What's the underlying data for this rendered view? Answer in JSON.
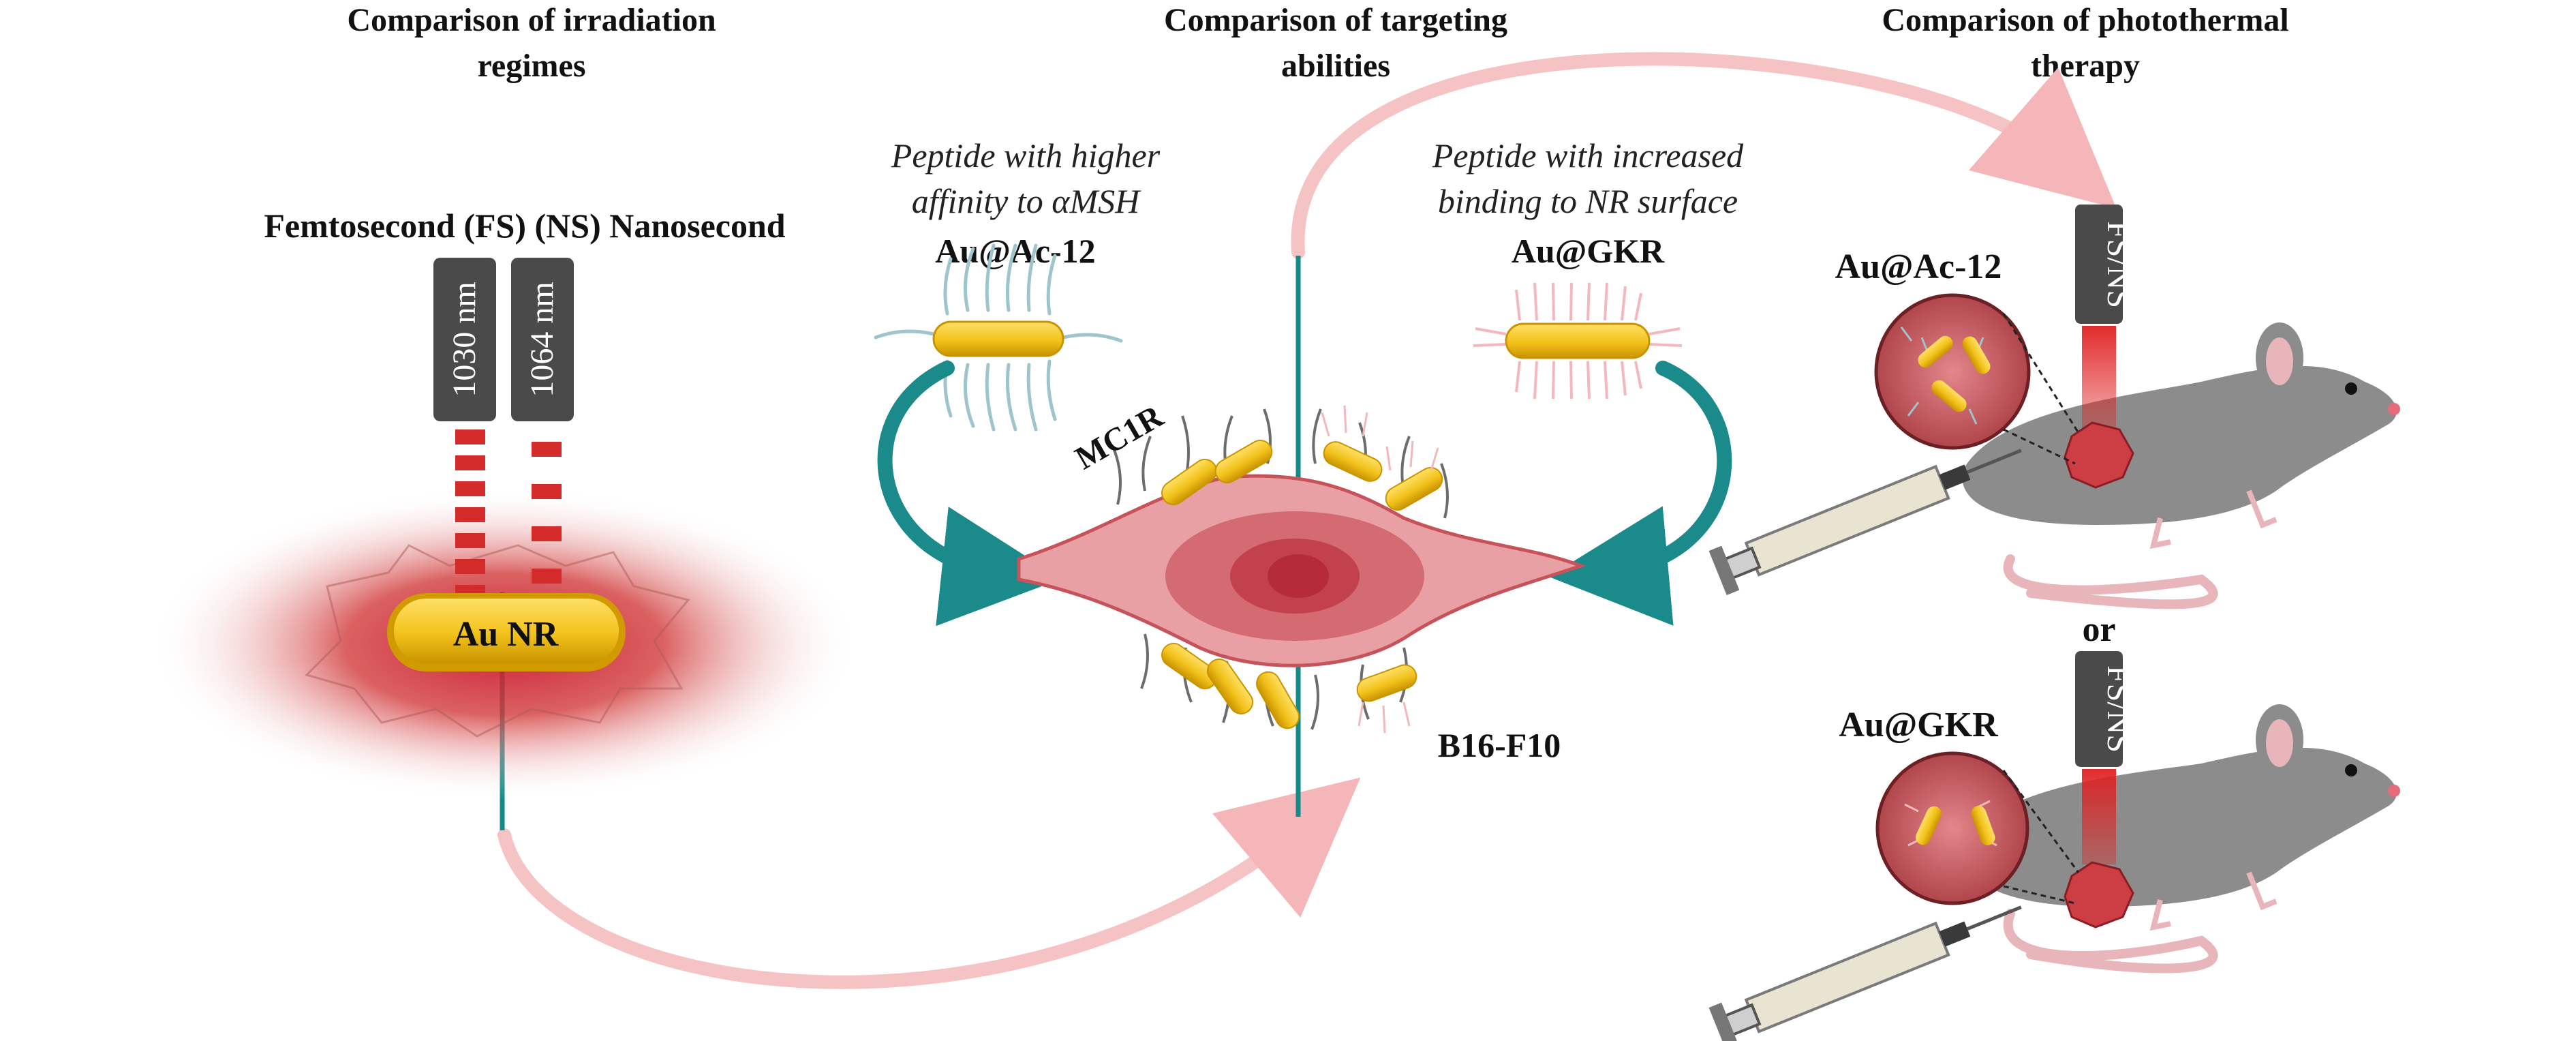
{
  "sections": {
    "irradiation_title": [
      "Comparison of irradiation",
      "regimes"
    ],
    "targeting_title": [
      "Comparison of targeting",
      "abilities"
    ],
    "therapy_title": [
      "Comparison of photothermal",
      "therapy"
    ]
  },
  "irradiation": {
    "regimes_label": "Femtosecond (FS) (NS) Nanosecond",
    "fs_wavelength": "1030 nm",
    "ns_wavelength": "1064 nm",
    "nanorod_label": "Au NR"
  },
  "targeting": {
    "ac12_description": [
      "Peptide with higher",
      "affinity to αMSH"
    ],
    "ac12_label": "Au@Ac-12",
    "gkr_description": [
      "Peptide with increased",
      "binding to NR surface"
    ],
    "gkr_label": "Au@GKR",
    "receptor_label": "MC1R",
    "cell_label": "B16-F10"
  },
  "therapy": {
    "top_label": "Au@Ac-12",
    "bottom_label": "Au@GKR",
    "laser_tag_top": "FS/NS",
    "laser_tag_bottom": "FS/NS",
    "or_label": "or"
  },
  "colors": {
    "connector_pink": "#f6c3c5",
    "teal_arrow": "#1b8a8a",
    "divider": "#138a88",
    "tag_gray": "#4a4a4a",
    "gold": "#f2c21b",
    "laser_red": "#d32a2a",
    "cell_pink": "#e9a0a4",
    "mouse_gray": "#8c8c8c"
  }
}
